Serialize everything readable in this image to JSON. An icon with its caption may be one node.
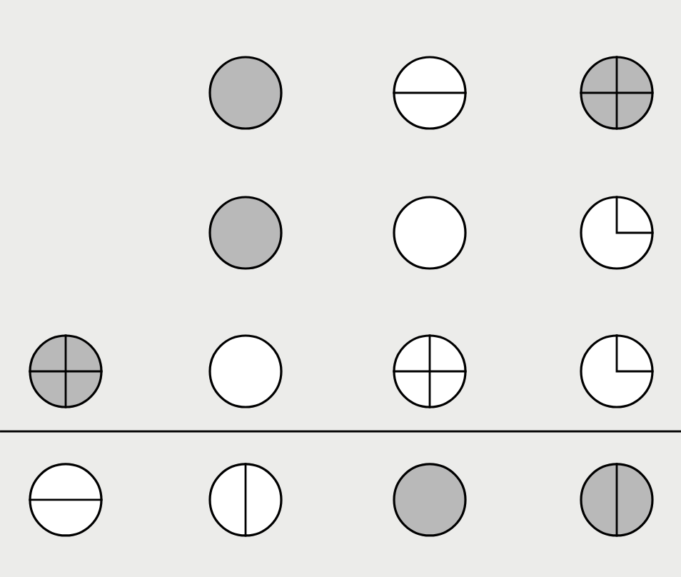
{
  "diagram": {
    "nodes": [
      {
        "text": [],
        "shape": "circle"
      },
      {
        "text": [],
        "shape": "circle"
      },
      {
        "text": [],
        "shape": "circle"
      },
      {
        "text": [],
        "shape": "circle"
      },
      {
        "text": [],
        "shape": "circle"
      },
      {
        "text": [],
        "shape": "circle"
      },
      {
        "text": [],
        "shape": "circle"
      },
      {
        "text": [],
        "shape": "circle"
      },
      {
        "text": [],
        "shape": "circle"
      },
      {
        "text": [],
        "shape": "circle"
      },
      {
        "text": [],
        "shape": "circle"
      },
      {
        "text": [],
        "shape": "circle"
      },
      {
        "text": [],
        "shape": "circle"
      },
      {
        "text": [],
        "shape": "circle"
      }
    ]
  }
}
